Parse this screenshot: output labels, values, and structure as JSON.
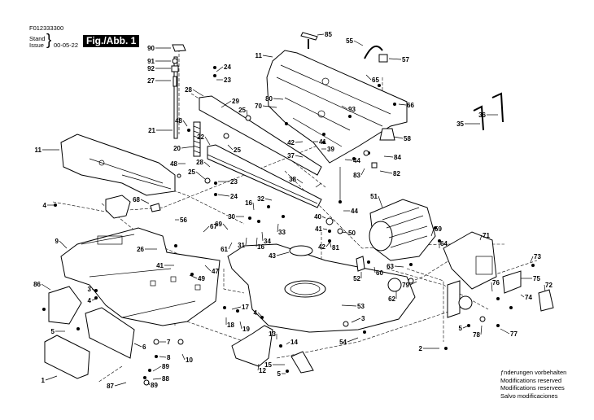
{
  "header": {
    "document_number": "F012333300",
    "stand_label": "Stand",
    "issue_label": "Issue",
    "date": "00-05-22",
    "figure_label": "Fig./Abb. 1"
  },
  "footer_notes": [
    "ƒnderungen vorbehalten",
    "Modifications reserved",
    "Modifications reservees",
    "Salvo modificaciones"
  ],
  "callouts": [
    {
      "id": "c90",
      "text": "90"
    },
    {
      "id": "c91",
      "text": "91"
    },
    {
      "id": "c92",
      "text": "92"
    },
    {
      "id": "c27",
      "text": "27"
    },
    {
      "id": "c21",
      "text": "21"
    },
    {
      "id": "c48a",
      "text": "48"
    },
    {
      "id": "c20",
      "text": "20"
    },
    {
      "id": "c48b",
      "text": "48"
    },
    {
      "id": "c24a",
      "text": "24"
    },
    {
      "id": "c23a",
      "text": "23"
    },
    {
      "id": "c28a",
      "text": "28"
    },
    {
      "id": "c29",
      "text": "29"
    },
    {
      "id": "c25a",
      "text": "25"
    },
    {
      "id": "c22",
      "text": "22"
    },
    {
      "id": "c25b",
      "text": "25"
    },
    {
      "id": "c28b",
      "text": "28"
    },
    {
      "id": "c25c",
      "text": "25"
    },
    {
      "id": "c23b",
      "text": "23"
    },
    {
      "id": "c24b",
      "text": "24"
    },
    {
      "id": "c85",
      "text": "85"
    },
    {
      "id": "c11a",
      "text": "11"
    },
    {
      "id": "c55",
      "text": "55"
    },
    {
      "id": "c57",
      "text": "57"
    },
    {
      "id": "c65",
      "text": "65"
    },
    {
      "id": "c66",
      "text": "66"
    },
    {
      "id": "c93",
      "text": "93"
    },
    {
      "id": "c80",
      "text": "80"
    },
    {
      "id": "c70",
      "text": "70"
    },
    {
      "id": "c58",
      "text": "58"
    },
    {
      "id": "c42a",
      "text": "42"
    },
    {
      "id": "c41a",
      "text": "41"
    },
    {
      "id": "c39",
      "text": "39"
    },
    {
      "id": "c37",
      "text": "37"
    },
    {
      "id": "c44a",
      "text": "44"
    },
    {
      "id": "c84",
      "text": "84"
    },
    {
      "id": "c83",
      "text": "83"
    },
    {
      "id": "c82",
      "text": "82"
    },
    {
      "id": "c38",
      "text": "38"
    },
    {
      "id": "c35",
      "text": "35"
    },
    {
      "id": "c36",
      "text": "36"
    },
    {
      "id": "c11b",
      "text": "11"
    },
    {
      "id": "c4a",
      "text": "4"
    },
    {
      "id": "c68",
      "text": "68"
    },
    {
      "id": "c16a",
      "text": "16"
    },
    {
      "id": "c32",
      "text": "32"
    },
    {
      "id": "c30",
      "text": "30"
    },
    {
      "id": "c69",
      "text": "69"
    },
    {
      "id": "c31",
      "text": "31"
    },
    {
      "id": "c16b",
      "text": "16"
    },
    {
      "id": "c34",
      "text": "34"
    },
    {
      "id": "c33",
      "text": "33"
    },
    {
      "id": "c61",
      "text": "61"
    },
    {
      "id": "c40",
      "text": "40"
    },
    {
      "id": "c44b",
      "text": "44"
    },
    {
      "id": "c41b",
      "text": "41"
    },
    {
      "id": "c50",
      "text": "50"
    },
    {
      "id": "c81",
      "text": "81"
    },
    {
      "id": "c42b",
      "text": "42"
    },
    {
      "id": "c51",
      "text": "51"
    },
    {
      "id": "c59",
      "text": "59"
    },
    {
      "id": "c64",
      "text": "64"
    },
    {
      "id": "c71",
      "text": "71"
    },
    {
      "id": "c56",
      "text": "56"
    },
    {
      "id": "c67",
      "text": "67"
    },
    {
      "id": "c26",
      "text": "26"
    },
    {
      "id": "c9",
      "text": "9"
    },
    {
      "id": "c47",
      "text": "47"
    },
    {
      "id": "c41c",
      "text": "41"
    },
    {
      "id": "c49",
      "text": "49"
    },
    {
      "id": "c43",
      "text": "43"
    },
    {
      "id": "c52",
      "text": "52"
    },
    {
      "id": "c60",
      "text": "60"
    },
    {
      "id": "c63",
      "text": "63"
    },
    {
      "id": "c79",
      "text": "79"
    },
    {
      "id": "c62",
      "text": "62"
    },
    {
      "id": "c73",
      "text": "73"
    },
    {
      "id": "c75",
      "text": "75"
    },
    {
      "id": "c72",
      "text": "72"
    },
    {
      "id": "c76",
      "text": "76"
    },
    {
      "id": "c74",
      "text": "74"
    },
    {
      "id": "c86",
      "text": "86"
    },
    {
      "id": "c3a",
      "text": "3"
    },
    {
      "id": "c4b",
      "text": "4"
    },
    {
      "id": "c53",
      "text": "53"
    },
    {
      "id": "c17",
      "text": "17"
    },
    {
      "id": "c18",
      "text": "18"
    },
    {
      "id": "c19",
      "text": "19"
    },
    {
      "id": "c4c",
      "text": "4"
    },
    {
      "id": "c3b",
      "text": "3"
    },
    {
      "id": "c54",
      "text": "54"
    },
    {
      "id": "c5a",
      "text": "5"
    },
    {
      "id": "c78",
      "text": "78"
    },
    {
      "id": "c77",
      "text": "77"
    },
    {
      "id": "c5b",
      "text": "5"
    },
    {
      "id": "c7",
      "text": "7"
    },
    {
      "id": "c6",
      "text": "6"
    },
    {
      "id": "c8",
      "text": "8"
    },
    {
      "id": "c10",
      "text": "10"
    },
    {
      "id": "c13",
      "text": "13"
    },
    {
      "id": "c14",
      "text": "14"
    },
    {
      "id": "c2",
      "text": "2"
    },
    {
      "id": "c15",
      "text": "15"
    },
    {
      "id": "c12",
      "text": "12"
    },
    {
      "id": "c5c",
      "text": "5"
    },
    {
      "id": "c1",
      "text": "1"
    },
    {
      "id": "c89a",
      "text": "89"
    },
    {
      "id": "c88",
      "text": "88"
    },
    {
      "id": "c87",
      "text": "87"
    },
    {
      "id": "c89b",
      "text": "89"
    }
  ]
}
